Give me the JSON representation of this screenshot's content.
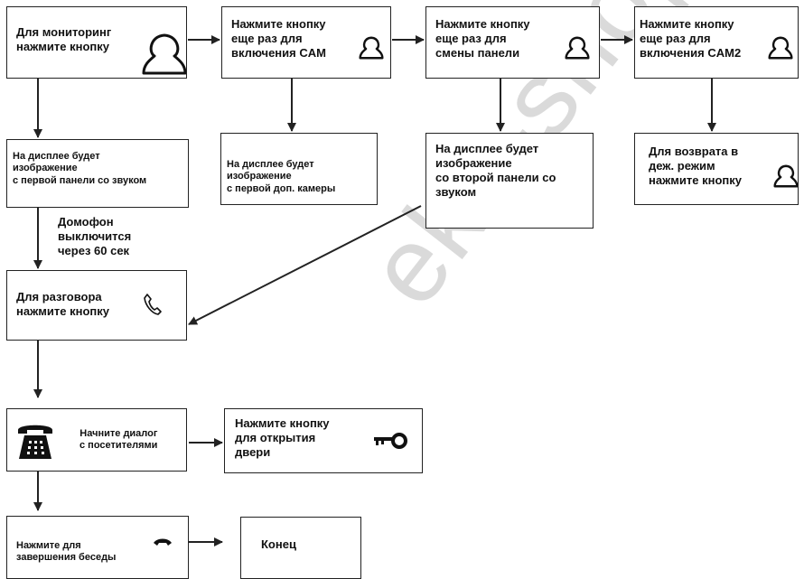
{
  "boxes": {
    "monitor": "Для мониторинг\nнажмите кнопку",
    "cam1": "Нажмите кнопку\nеще раз для\nвключения CAM",
    "panel": "Нажмите кнопку\nеще раз для\nсмены панели",
    "cam2": "Нажмите кнопку\nеще раз для\nвключения CAM2",
    "display_first_panel": "На дисплее будет\nизображение\nс первой панели со звуком",
    "display_first_cam": "На дисплее будет\nизображение\nс первой доп. камеры",
    "display_second_panel": "На дисплее будет\nизображение\nсо второй панели со\nзвуком",
    "return_standby": "Для возврата в\nдеж. режим\nнажмите кнопку",
    "talk": "Для разговора\nнажмите кнопку",
    "dialog": "Начните диалог\nс посетителями",
    "open_door": "Нажмите кнопку\nдля открытия\nдвери",
    "end_call": "Нажмите для\nзавершения беседы",
    "end": "Конец"
  },
  "timeout_note": "Домофон\nвыключится\nчерез 60 сек",
  "watermark": "eka-shop.co",
  "icons": {
    "monitor": "user-icon",
    "talk": "phone-handset-icon",
    "dialog": "desk-phone-icon",
    "door": "key-icon",
    "hangup": "hang-up-icon"
  }
}
